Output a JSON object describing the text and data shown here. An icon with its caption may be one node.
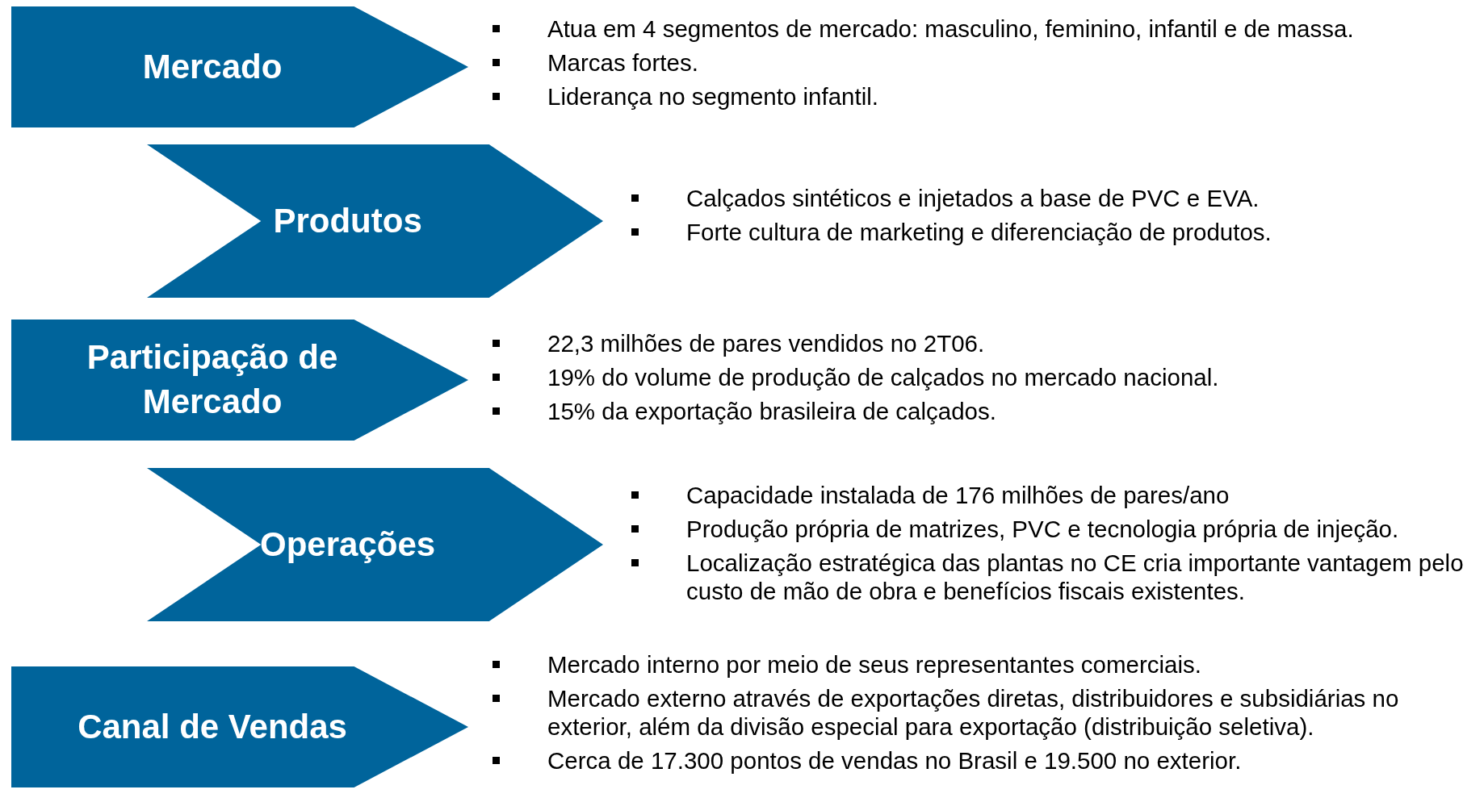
{
  "diagram": {
    "nodes": [
      {
        "text": [
          "Mercado"
        ],
        "beside": [
          "Atua em 4 segmentos de mercado: masculino, feminino, infantil e de massa.",
          "Marcas fortes.",
          "Liderança no segmento infantil."
        ]
      },
      {
        "text": [
          "Produtos"
        ],
        "beside": [
          "Calçados sintéticos e injetados a base de PVC e EVA.",
          "Forte cultura de marketing e diferenciação de produtos."
        ]
      },
      {
        "text": [
          "Participação de Mercado"
        ],
        "beside": [
          "22,3 milhões de pares vendidos no 2T06.",
          "19% do volume de produção de calçados no mercado nacional.",
          "15% da exportação brasileira de calçados."
        ]
      },
      {
        "text": [
          "Operações"
        ],
        "beside": [
          "Capacidade instalada de 176 milhões de pares/ano",
          "Produção própria de matrizes, PVC e tecnologia própria de injeção.",
          "Localização estratégica das plantas no CE cria importante vantagem pelo custo de mão de obra e benefícios fiscais existentes."
        ]
      },
      {
        "text": [
          "Canal de Vendas"
        ],
        "beside": [
          "Mercado interno por meio de seus representantes comerciais.",
          "Mercado externo através de exportações diretas, distribuidores e subsidiárias no exterior, além da divisão especial para exportação (distribuição seletiva).",
          "Cerca de 17.300 pontos de vendas no Brasil  e 19.500 no exterior."
        ]
      }
    ]
  }
}
